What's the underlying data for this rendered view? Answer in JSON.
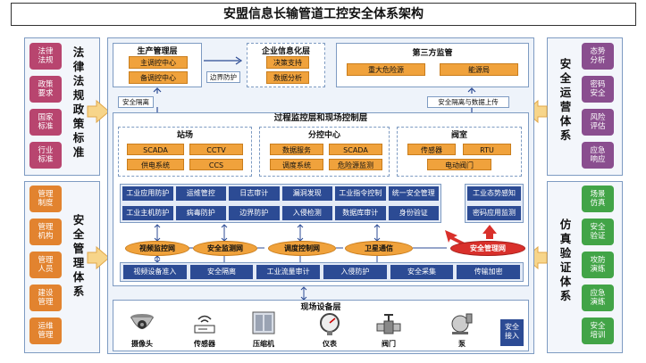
{
  "title": "安盟信息长输管道工控安全体系架构",
  "left_top": {
    "title_chars": [
      "法",
      "律",
      "法",
      "规",
      "政",
      "策",
      "标",
      "准"
    ],
    "items": [
      "法律\n法规",
      "政策\n要求",
      "国家\n标准",
      "行业\n标准"
    ]
  },
  "left_bottom": {
    "title_chars": [
      "安",
      "全",
      "管",
      "理",
      "体",
      "系"
    ],
    "items": [
      "管理\n制度",
      "管理\n机构",
      "管理\n人员",
      "建设\n管理",
      "运维\n管理"
    ]
  },
  "right_top": {
    "title_chars": [
      "安",
      "全",
      "运",
      "营",
      "体",
      "系"
    ],
    "items": [
      "态势\n分析",
      "密码\n安全",
      "风险\n评估",
      "应急\n响应"
    ]
  },
  "right_bottom": {
    "title_chars": [
      "仿",
      "真",
      "验",
      "证",
      "体",
      "系"
    ],
    "items": [
      "场景\n仿真",
      "安全\n验证",
      "攻防\n演练",
      "应急\n演练",
      "安全\n培训"
    ]
  },
  "production": {
    "title": "生产管理层",
    "items": [
      "主调控中心",
      "备调控中心"
    ]
  },
  "enterprise": {
    "title": "企业信息化层",
    "items": [
      "决策支持",
      "数据分析"
    ]
  },
  "third_party": {
    "title": "第三方监管",
    "items": [
      "重大危险源",
      "能源局"
    ]
  },
  "labels": {
    "boundary": "边界防护",
    "isolation": "安全隔离",
    "isolation_upload": "安全隔离与数据上传",
    "process_layer": "过程监控层和现场控制层",
    "field_layer": "现场设备层"
  },
  "station": {
    "title": "站场",
    "rows": [
      [
        "SCADA",
        "CCTV"
      ],
      [
        "供电系统",
        "CCS"
      ]
    ]
  },
  "dispatch": {
    "title": "分控中心",
    "rows": [
      [
        "数据服务",
        "SCADA"
      ],
      [
        "调度系统",
        "危险源监测"
      ]
    ]
  },
  "valve": {
    "title": "阀室",
    "rows": [
      [
        "传感器",
        "RTU"
      ]
    ],
    "extra": "电动阀门"
  },
  "security_row1": [
    "工业应用防护",
    "运维管控",
    "日志审计",
    "漏洞发现",
    "工业指令控制",
    "统一安全管理"
  ],
  "security_row2": [
    "工业主机防护",
    "病毒防护",
    "边界防护",
    "入侵检测",
    "数据库审计",
    "身份验证"
  ],
  "security_right": [
    "工业态势感知",
    "密码应用监测"
  ],
  "networks": [
    "视频监控网",
    "安全监测网",
    "调度控制网",
    "卫星通信",
    "安全管理网"
  ],
  "access_row": [
    "视频设备准入",
    "安全隔离",
    "工业流量审计",
    "入侵防护",
    "安全采集",
    "传输加密"
  ],
  "devices": [
    "摄像头",
    "传感器",
    "压缩机",
    "仪表",
    "阀门",
    "泵"
  ],
  "field_access": "安全\n接入"
}
